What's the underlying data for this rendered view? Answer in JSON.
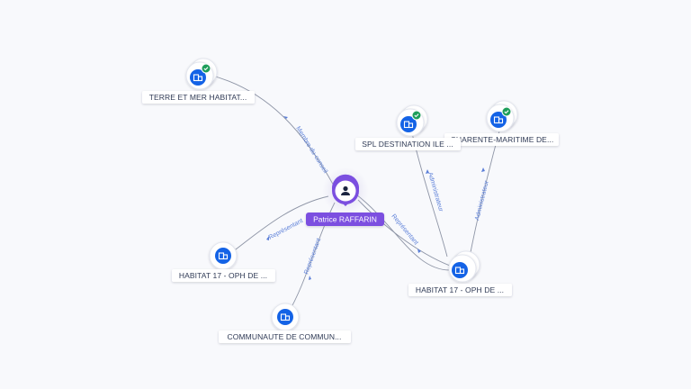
{
  "graph": {
    "person": {
      "name": "Patrice RAFFARIN",
      "icon": "person-icon",
      "accent": "#7b4fe0"
    },
    "companies": [
      {
        "id": "terre",
        "label": "TERRE ET MER HABITAT...",
        "icon": "building-icon",
        "verified": true
      },
      {
        "id": "spl",
        "label": "SPL DESTINATION ILE ...",
        "icon": "building-icon",
        "verified": true
      },
      {
        "id": "charente",
        "label": "CHARENTE-MARITIME DE...",
        "icon": "building-icon",
        "verified": true
      },
      {
        "id": "hab_left",
        "label": "HABITAT 17 - OPH DE ...",
        "icon": "building-icon",
        "verified": false
      },
      {
        "id": "hab_right",
        "label": "HABITAT 17 - OPH DE ...",
        "icon": "building-icon",
        "verified": false
      },
      {
        "id": "commun",
        "label": "COMMUNAUTE DE COMMUN...",
        "icon": "building-icon",
        "verified": false
      }
    ],
    "relations": [
      {
        "from": "person",
        "to": "terre",
        "label": "Membre-du-conseil"
      },
      {
        "from": "person",
        "to": "hab_left",
        "label": "Représentant"
      },
      {
        "from": "person",
        "to": "commun",
        "label": "Représentant"
      },
      {
        "from": "person",
        "to": "hab_right",
        "label": "Représentant"
      },
      {
        "from": "hab_right",
        "to": "spl",
        "label": "Administrateur"
      },
      {
        "from": "hab_right",
        "to": "charente",
        "label": "Administrateur"
      }
    ],
    "colors": {
      "company_icon": "#1463e6",
      "verified_badge": "#1e9e5a",
      "edge": "#8e95a6",
      "edge_label": "#5b7fd8"
    }
  }
}
